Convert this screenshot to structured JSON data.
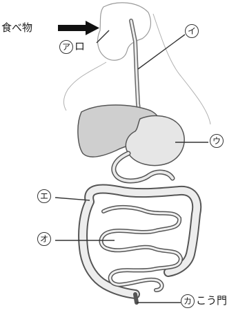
{
  "food_label": "食べ物",
  "labels": {
    "a": {
      "mark": "ア",
      "text": "ロ"
    },
    "b": {
      "mark": "イ",
      "text": ""
    },
    "c": {
      "mark": "ウ",
      "text": ""
    },
    "d": {
      "mark": "エ",
      "text": ""
    },
    "e": {
      "mark": "オ",
      "text": ""
    },
    "f": {
      "mark": "カ",
      "text": "こう門"
    }
  },
  "colors": {
    "line": "#333333",
    "organ_fill": "#e9e9e9",
    "organ_stroke": "#555555",
    "liver_fill": "#cfcfcf",
    "arrow": "#111111"
  }
}
